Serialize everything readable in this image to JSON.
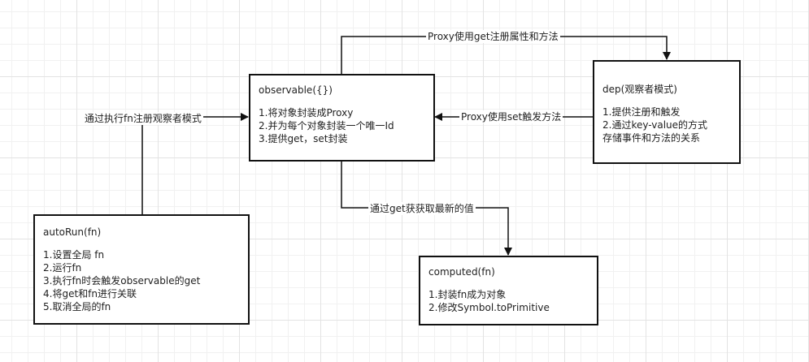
{
  "nodes": {
    "observable": {
      "title": "observable({})",
      "lines": [
        "1.将对象封装成Proxy",
        "2.并为每个对象封装一个唯一Id",
        "3.提供get，set封装"
      ]
    },
    "dep": {
      "title": "dep(观察者模式)",
      "lines": [
        "1.提供注册和触发",
        "2.通过key-value的方式",
        "存储事件和方法的关系"
      ]
    },
    "autorun": {
      "title": "autoRun(fn)",
      "lines": [
        "1.设置全局 fn",
        "2.运行fn",
        "3.执行fn时会触发observable的get",
        "4.将get和fn进行关联",
        "5.取消全局的fn"
      ]
    },
    "computed": {
      "title": "computed(fn)",
      "lines": [
        "1.封装fn成为对象",
        "2.修改Symbol.toPrimitive"
      ]
    }
  },
  "edges": {
    "proxy_get_register": "Proxy使用get注册属性和方法",
    "proxy_set_trigger": "Proxy使用set触发方法",
    "autorun_register": "通过执行fn注册观察者模式",
    "get_latest_value": "通过get获获取最新的值"
  },
  "colors": {
    "stroke": "#111111",
    "text": "#222222"
  }
}
